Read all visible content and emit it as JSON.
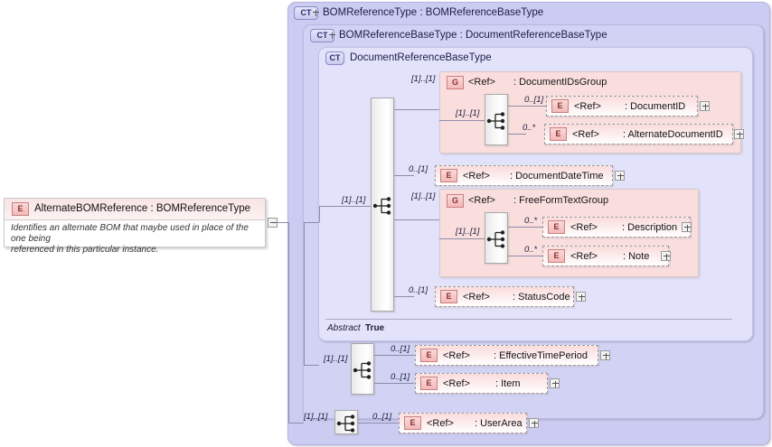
{
  "diagram": {
    "kind": "xsd-schema-diagram",
    "root_element": {
      "badge": "E",
      "title": "AlternateBOMReference : BOMReferenceType",
      "annotation": "Identifies an alternate BOM that maybe used in place of the one being\nreferenced in this particular instance.",
      "expander": "minus"
    },
    "complex_types": [
      {
        "badge": "CT",
        "expandable": true,
        "title": "BOMReferenceType : BOMReferenceBaseType"
      },
      {
        "badge": "CT",
        "expandable": true,
        "title": "BOMReferenceBaseType : DocumentReferenceBaseType"
      },
      {
        "badge": "CT",
        "expandable": false,
        "title": "DocumentReferenceBaseType"
      }
    ],
    "abstract_row": {
      "key": "Abstract",
      "value": "True"
    },
    "groups": [
      {
        "badge": "G",
        "ref": "<Ref>",
        "name": ": DocumentIDsGroup",
        "cardinality": "[1]..[1]",
        "inner_cardinality": "[1]..[1]"
      },
      {
        "badge": "G",
        "ref": "<Ref>",
        "name": ": FreeFormTextGroup",
        "cardinality": "[1]..[1]",
        "inner_cardinality": "[1]..[1]"
      }
    ],
    "elements": [
      {
        "badge": "E",
        "ref": "<Ref>",
        "name": ": DocumentID",
        "cardinality": "0..[1]",
        "expander": "plus"
      },
      {
        "badge": "E",
        "ref": "<Ref>",
        "name": ": AlternateDocumentID",
        "cardinality": "0..*",
        "expander": "plus"
      },
      {
        "badge": "E",
        "ref": "<Ref>",
        "name": ": DocumentDateTime",
        "cardinality": "0..[1]",
        "expander": "plus"
      },
      {
        "badge": "E",
        "ref": "<Ref>",
        "name": ": Description",
        "cardinality": "0..*",
        "expander": "plus"
      },
      {
        "badge": "E",
        "ref": "<Ref>",
        "name": ": Note",
        "cardinality": "0..*",
        "expander": "plus"
      },
      {
        "badge": "E",
        "ref": "<Ref>",
        "name": ": StatusCode",
        "cardinality": "0..[1]",
        "expander": "plus"
      },
      {
        "badge": "E",
        "ref": "<Ref>",
        "name": ": EffectiveTimePeriod",
        "cardinality": "0..[1]",
        "expander": "plus"
      },
      {
        "badge": "E",
        "ref": "<Ref>",
        "name": ": Item",
        "cardinality": "0..[1]",
        "expander": "plus"
      },
      {
        "badge": "E",
        "ref": "<Ref>",
        "name": ": UserArea",
        "cardinality": "0..[1]",
        "expander": "plus"
      }
    ],
    "sequence_cardinalities": {
      "main_sequence": "[1]..[1]",
      "second_sequence": "[1]..[1]",
      "third_sequence": "[1]..[1]"
    },
    "colors": {
      "ct_level1": "#ccccf2",
      "ct_level2": "#d2d2f4",
      "ct_level3": "#e2e2fa",
      "group_fill": "#fadede",
      "element_fill": "#fbdcdc",
      "badge_red": "#8c2f2f",
      "badge_blue": "#2b2b6b",
      "connector": "#8d8da8"
    }
  }
}
